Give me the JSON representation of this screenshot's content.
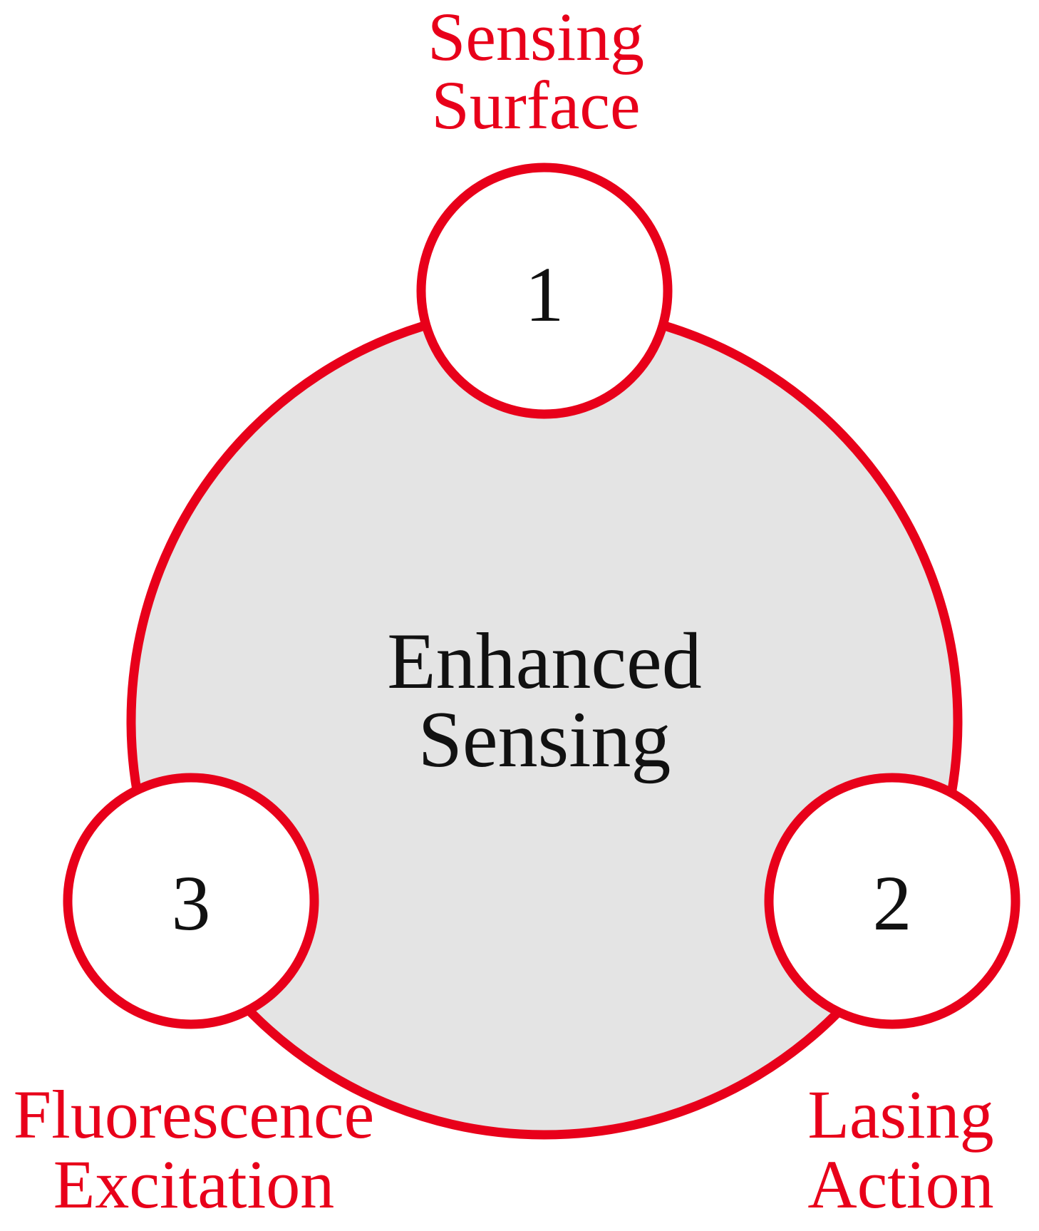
{
  "center": {
    "line1": "Enhanced",
    "line2": "Sensing"
  },
  "nodes": [
    {
      "number": "1",
      "label_line1": "Sensing",
      "label_line2": "Surface"
    },
    {
      "number": "2",
      "label_line1": "Lasing",
      "label_line2": "Action"
    },
    {
      "number": "3",
      "label_line1": "Fluorescence",
      "label_line2": "Excitation"
    }
  ],
  "colors": {
    "accent": "#e8001a",
    "center_fill": "#e4e4e4",
    "node_fill": "#ffffff",
    "text": "#111111"
  }
}
